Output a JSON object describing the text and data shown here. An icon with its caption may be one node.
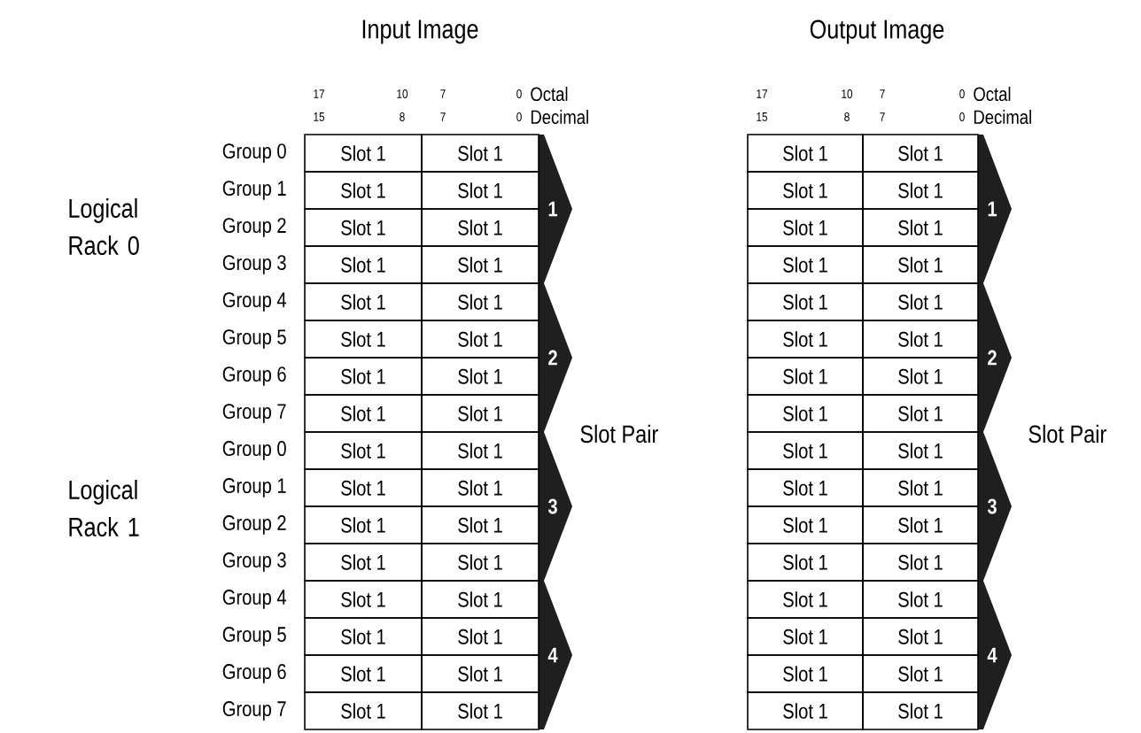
{
  "diagram": {
    "nodes": [
      {
        "text": [
          "1"
        ]
      },
      {
        "text": [
          "2"
        ]
      },
      {
        "text": [
          "3"
        ]
      },
      {
        "text": [
          "4"
        ]
      },
      {
        "text": [
          "1"
        ]
      },
      {
        "text": [
          "2"
        ]
      },
      {
        "text": [
          "3"
        ]
      },
      {
        "text": [
          "4"
        ]
      }
    ],
    "labels": [
      "Input Image",
      "Output Image",
      "17",
      "10",
      "7",
      "0",
      "Octal",
      "17",
      "10",
      "7",
      "0",
      "Octal",
      "15",
      "8",
      "7",
      "0",
      "Decimal",
      "15",
      "8",
      "7",
      "0",
      "Decimal",
      "Logical Rack 0",
      "Logical Rack 1",
      "Group 0",
      "Slot 1",
      "Slot 1",
      "Slot 1",
      "Slot 1",
      "Group 1",
      "Slot 1",
      "Slot 1",
      "Slot 1",
      "Slot 1",
      "Group 2",
      "Slot 1",
      "Slot 1",
      "Slot 1",
      "Slot 1",
      "Group 3",
      "Slot 1",
      "Slot 1",
      "Slot 1",
      "Slot 1",
      "Group 4",
      "Slot 1",
      "Slot 1",
      "Slot 1",
      "Slot 1",
      "Group 5",
      "Slot 1",
      "Slot 1",
      "Slot 1",
      "Slot 1",
      "Group 6",
      "Slot 1",
      "Slot 1",
      "Slot 1",
      "Slot 1",
      "Group 7",
      "Slot 1",
      "Slot 1",
      "Slot 1",
      "Slot 1",
      "Group 0",
      "Slot 1",
      "Slot 1",
      "Slot 1",
      "Slot 1",
      "Group 1",
      "Slot 1",
      "Slot 1",
      "Slot 1",
      "Slot 1",
      "Group 2",
      "Slot 1",
      "Slot 1",
      "Slot 1",
      "Slot 1",
      "Group 3",
      "Slot 1",
      "Slot 1",
      "Slot 1",
      "Slot 1",
      "Group 4",
      "Slot 1",
      "Slot 1",
      "Slot 1",
      "Slot 1",
      "Group 5",
      "Slot 1",
      "Slot 1",
      "Slot 1",
      "Slot 1",
      "Group 6",
      "Slot 1",
      "Slot 1",
      "Slot 1",
      "Slot 1",
      "Group 7",
      "Slot 1",
      "Slot 1",
      "Slot 1",
      "Slot 1",
      "Slot Pair",
      "Slot Pair"
    ]
  }
}
